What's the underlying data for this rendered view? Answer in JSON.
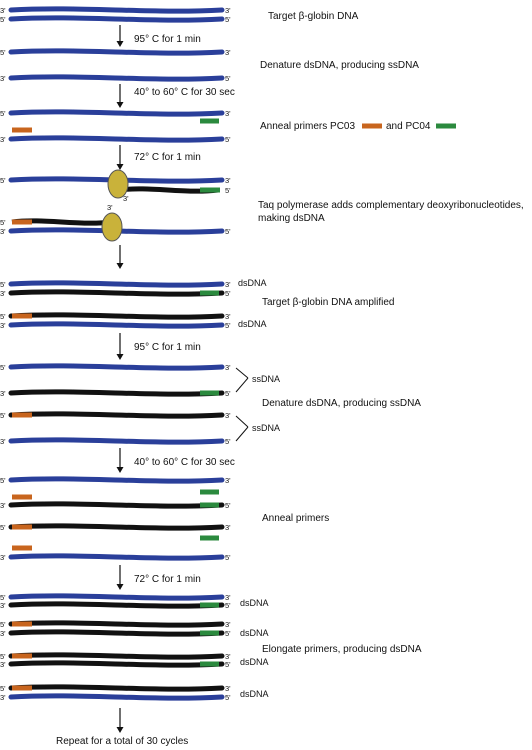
{
  "ends": {
    "five": "5'",
    "three": "3'"
  },
  "stages": [
    {
      "label": "Target β-globin DNA"
    },
    {
      "label": "Denature dsDNA, producing ssDNA"
    },
    {
      "label": "Anneal primers PC03",
      "label2": "and PC04"
    },
    {
      "label": "Taq polymerase adds complementary deoxyribonucleotides,",
      "label2": "making dsDNA"
    },
    {
      "label": "Target β-globin DNA amplified"
    },
    {
      "label": "Denature dsDNA, producing ssDNA"
    },
    {
      "label": "Anneal primers"
    },
    {
      "label": "Elongate primers, producing dsDNA"
    }
  ],
  "steps": [
    {
      "label": "95° C for 1 min"
    },
    {
      "label": "40° to 60° C for 30 sec"
    },
    {
      "label": "72° C for 1 min"
    },
    {
      "label": "95° C for 1 min"
    },
    {
      "label": "40° to 60° C for 30 sec"
    },
    {
      "label": "72° C for 1 min"
    }
  ],
  "side_labels": {
    "dsdna": "dsDNA",
    "ssdna": "ssDNA"
  },
  "footer": "Repeat for a total of 30 cycles",
  "colors": {
    "template_strand": "#2a3f9a",
    "new_strand": "#111111",
    "primer_pc03": "#c8651e",
    "primer_pc04": "#2b8a3e",
    "polymerase": "#c9b23a"
  }
}
